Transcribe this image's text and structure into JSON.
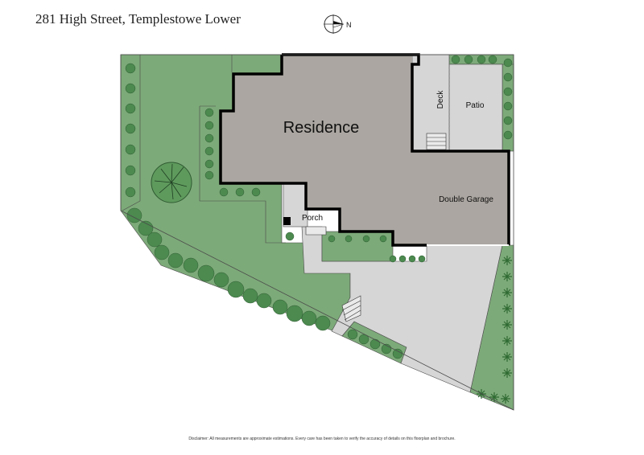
{
  "header": {
    "address": "281 High Street, Templestowe Lower",
    "compass_label": "N"
  },
  "rooms": {
    "residence": "Residence",
    "deck": "Deck",
    "patio": "Patio",
    "garage": "Double Garage",
    "porch": "Porch"
  },
  "footer": {
    "disclaimer": "Disclaimer: All measurements are approximate estimations. Every care has been taken to verify the accuracy of details on this floorplan and brochure."
  },
  "colors": {
    "lawn": "#7daa79",
    "hedge": "#4c8a4f",
    "house": "#aba6a1",
    "paving": "#d6d6d6",
    "wall": "#000000"
  }
}
